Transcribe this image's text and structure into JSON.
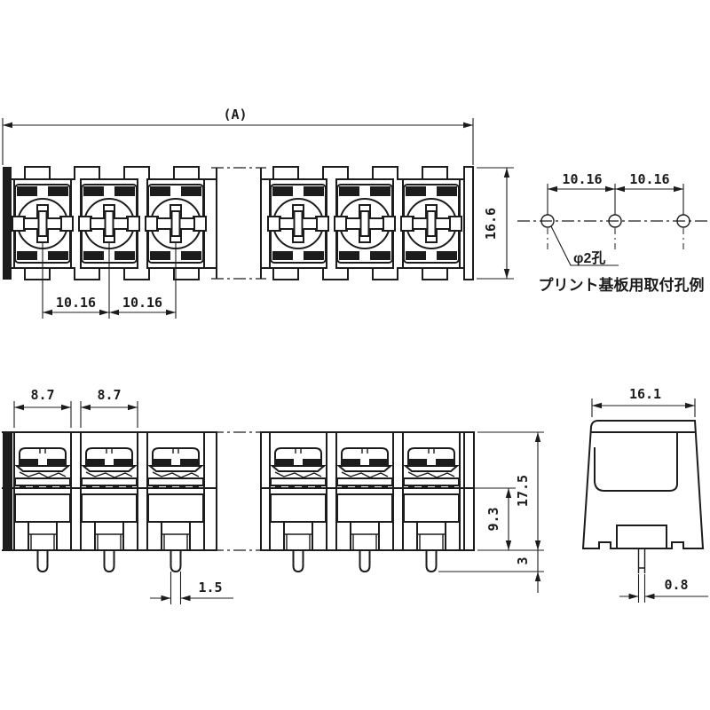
{
  "drawing": {
    "top_view": {
      "dim_overall_length": "(A)",
      "dim_height": "16.6",
      "dim_pitch_left": "10.16",
      "dim_pitch_right": "10.16"
    },
    "pcb_hole_example": {
      "dim_pitch_left": "10.16",
      "dim_pitch_right": "10.16",
      "hole_label": "φ2孔",
      "caption": "プリント基板用取付孔例"
    },
    "front_view": {
      "dim_cell_width_1": "8.7",
      "dim_cell_width_2": "8.7",
      "dim_total_height": "17.5",
      "dim_lower_height": "9.3",
      "dim_pin_protrusion": "3",
      "dim_pin_width": "1.5"
    },
    "side_view": {
      "dim_depth": "16.1",
      "dim_pin_thickness": "0.8"
    }
  }
}
